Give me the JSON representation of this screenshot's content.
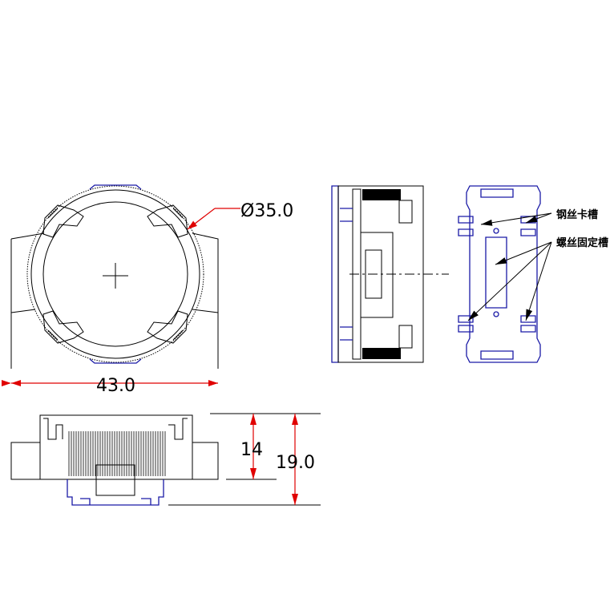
{
  "colors": {
    "outline": "#000000",
    "blue": "#1a1aa6",
    "dimension": "#e00000"
  },
  "dimensions": {
    "diameter": "Ø35.0",
    "width": "43.0",
    "height_inner": "14",
    "height_total": "19.0"
  },
  "callouts": {
    "wire_slot": "钢丝卡槽",
    "screw_slot": "螺丝固定槽"
  }
}
